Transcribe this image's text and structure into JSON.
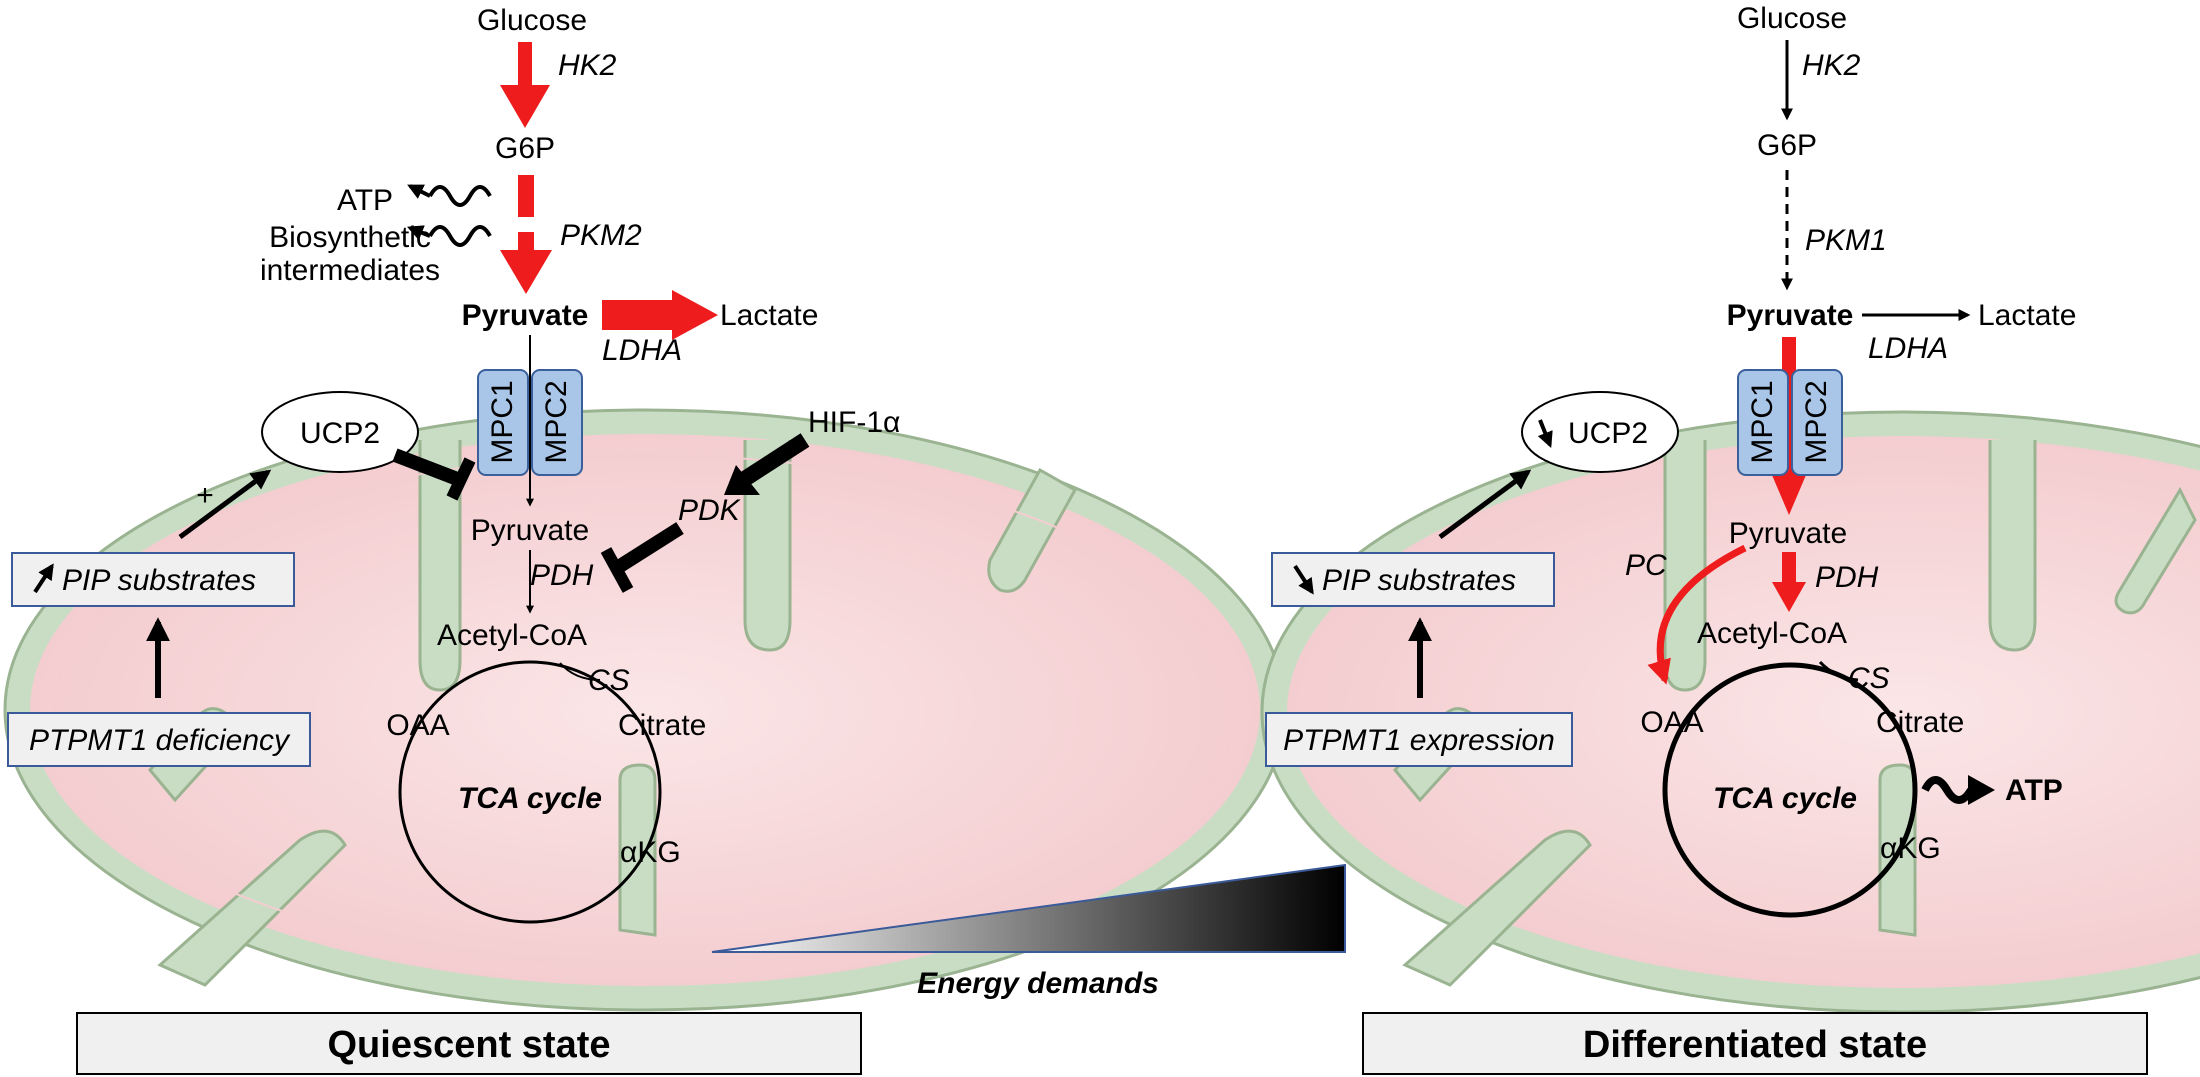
{
  "left": {
    "glucose": "Glucose",
    "hk": "HK2",
    "g6p": "G6P",
    "atp_out": "ATP",
    "biosynthetic_1": "Biosynthetic",
    "biosynthetic_2": "intermediates",
    "pkm": "PKM2",
    "pyruvate": "Pyruvate",
    "lactate": "Lactate",
    "ldha": "LDHA",
    "mpc1": "MPC1",
    "mpc2": "MPC2",
    "ucp2": "UCP2",
    "plus": "+",
    "hif": "HIF-1α",
    "pdk": "PDK",
    "pyruvate_mito": "Pyruvate",
    "pdh": "PDH",
    "acetyl_coa": "Acetyl-CoA",
    "cs": "CS",
    "oaa": "OAA",
    "citrate": "Citrate",
    "tca": "TCA cycle",
    "akg": "αKG",
    "pip": "PIP substrates",
    "ptpmt1": "PTPMT1 deficiency",
    "state": "Quiescent state"
  },
  "right": {
    "glucose": "Glucose",
    "hk": "HK2",
    "g6p": "G6P",
    "pkm": "PKM1",
    "pyruvate": "Pyruvate",
    "lactate": "Lactate",
    "ldha": "LDHA",
    "mpc1": "MPC1",
    "mpc2": "MPC2",
    "ucp2": "UCP2",
    "pyruvate_mito": "Pyruvate",
    "pc": "PC",
    "pdh": "PDH",
    "acetyl_coa": "Acetyl-CoA",
    "cs": "CS",
    "oaa": "OAA",
    "citrate": "Citrate",
    "tca": "TCA cycle",
    "atp": "ATP",
    "akg": "αKG",
    "pip": "PIP substrates",
    "ptpmt1": "PTPMT1 expression",
    "state": "Differentiated state"
  },
  "energy_label": "Energy demands",
  "colors": {
    "red": "#ee1c1c",
    "membrane": "#c9ddc4",
    "matrix": "#f6d6d8",
    "matrix_light": "#fbe9ea",
    "mpc_fill": "#a9c6e8",
    "mpc_stroke": "#3b5f9a",
    "box_stroke": "#3a5a99",
    "box_fill": "#f0f0f0"
  }
}
